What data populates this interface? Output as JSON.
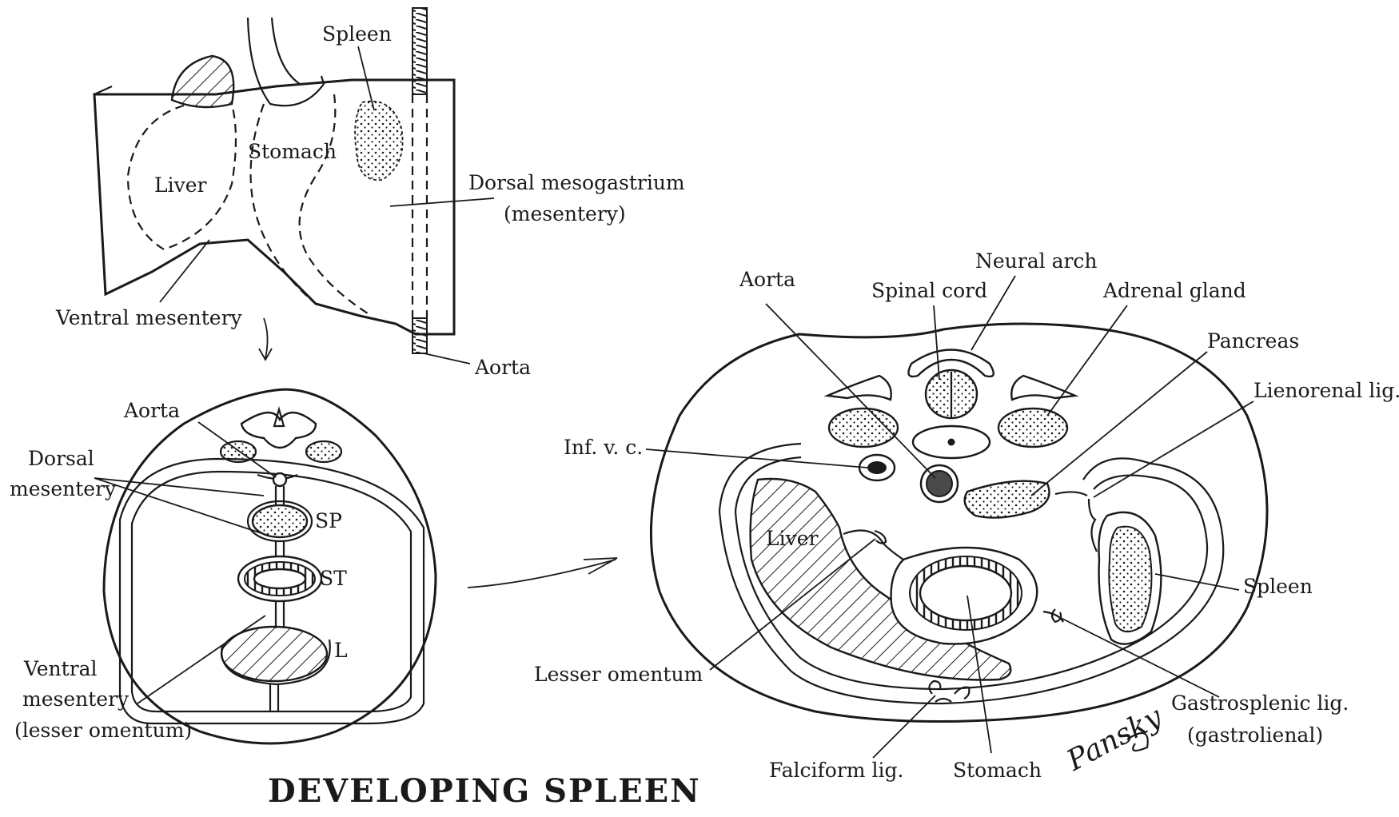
{
  "title": "DEVELOPING SPLEEN",
  "signature": "Pansky",
  "panel_top": {
    "labels": {
      "spleen": "Spleen",
      "stomach": "Stomach",
      "liver": "Liver",
      "dorsal_mesogastrium": "Dorsal mesogastrium",
      "mesentery_paren": "(mesentery)",
      "ventral_mesentery": "Ventral mesentery",
      "aorta": "Aorta"
    }
  },
  "panel_left": {
    "labels": {
      "aorta": "Aorta",
      "dorsal": "Dorsal",
      "mesentery": "mesentery",
      "sp": "SP",
      "st": "ST",
      "l": "L",
      "ventral": "Ventral",
      "mesentery2": "mesentery",
      "lesser_omentum_paren": "(lesser omentum)"
    }
  },
  "panel_right": {
    "labels": {
      "neural_arch": "Neural arch",
      "aorta": "Aorta",
      "spinal_cord": "Spinal cord",
      "adrenal_gland": "Adrenal gland",
      "pancreas": "Pancreas",
      "lienorenal_lig": "Lienorenal lig.",
      "inf_vc": "Inf. v. c.",
      "liver": "Liver",
      "spleen": "Spleen",
      "lesser_omentum": "Lesser omentum",
      "gastrosplenic_lig": "Gastrosplenic lig.",
      "gastrolienal_paren": "(gastrolienal)",
      "falciform_lig": "Falciform lig.",
      "stomach": "Stomach"
    }
  }
}
